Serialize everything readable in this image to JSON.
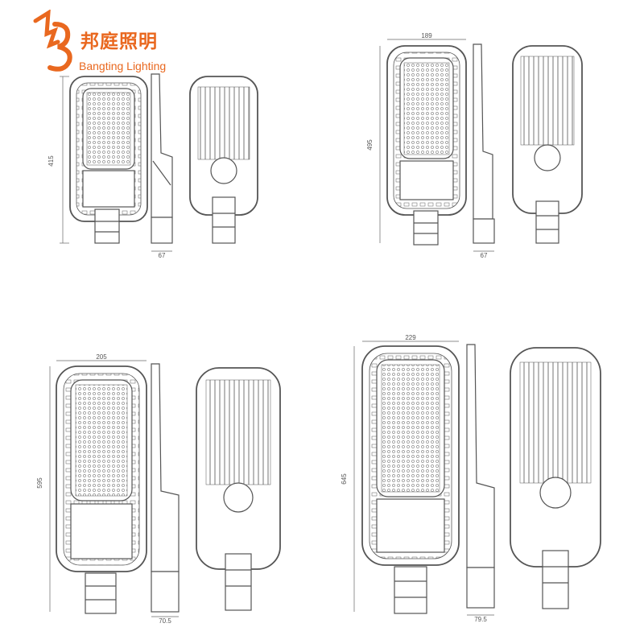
{
  "brand": {
    "name_cn": "邦庭照明",
    "name_en": "Bangting Lighting",
    "color": "#e9681f"
  },
  "models": [
    {
      "width_label": "",
      "height_label": "415",
      "depth_label": "67"
    },
    {
      "width_label": "189",
      "height_label": "495",
      "depth_label": "67"
    },
    {
      "width_label": "205",
      "height_label": "595",
      "depth_label": "70.5"
    },
    {
      "width_label": "229",
      "height_label": "645",
      "depth_label": "79.5"
    }
  ]
}
